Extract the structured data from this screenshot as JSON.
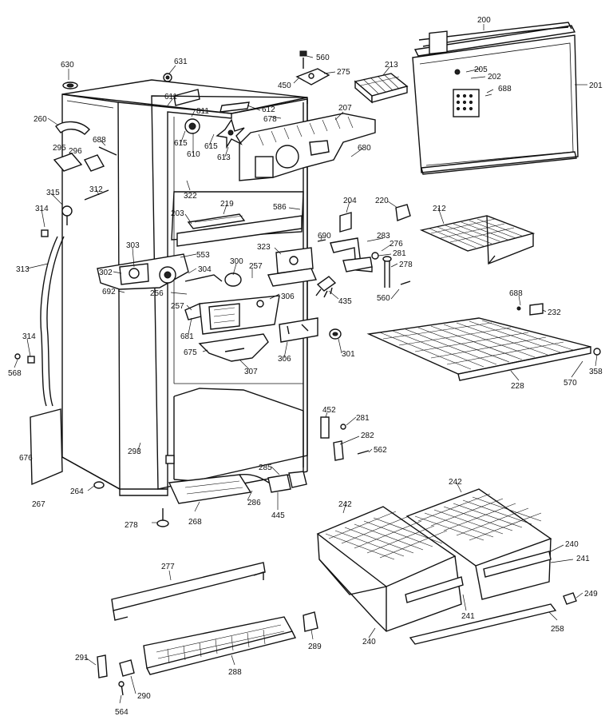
{
  "diagram": {
    "callouts": [
      {
        "id": "c200",
        "text": "200"
      },
      {
        "id": "c201",
        "text": "201"
      },
      {
        "id": "c202",
        "text": "202"
      },
      {
        "id": "c205",
        "text": "205"
      },
      {
        "id": "c688a",
        "text": "688"
      },
      {
        "id": "c560a",
        "text": "560"
      },
      {
        "id": "c450",
        "text": "450"
      },
      {
        "id": "c275",
        "text": "275"
      },
      {
        "id": "c213",
        "text": "213"
      },
      {
        "id": "c207",
        "text": "207"
      },
      {
        "id": "c630",
        "text": "630"
      },
      {
        "id": "c631",
        "text": "631"
      },
      {
        "id": "c611",
        "text": "611"
      },
      {
        "id": "c811",
        "text": "811"
      },
      {
        "id": "c612",
        "text": "612"
      },
      {
        "id": "c678",
        "text": "678"
      },
      {
        "id": "c260",
        "text": "260"
      },
      {
        "id": "c688b",
        "text": "688"
      },
      {
        "id": "c295",
        "text": "295"
      },
      {
        "id": "c296",
        "text": "296"
      },
      {
        "id": "c615a",
        "text": "615"
      },
      {
        "id": "c610",
        "text": "610"
      },
      {
        "id": "c615b",
        "text": "615"
      },
      {
        "id": "c613",
        "text": "613"
      },
      {
        "id": "c680",
        "text": "680"
      },
      {
        "id": "c322",
        "text": "322"
      },
      {
        "id": "c315",
        "text": "315"
      },
      {
        "id": "c312",
        "text": "312"
      },
      {
        "id": "c314a",
        "text": "314"
      },
      {
        "id": "c219",
        "text": "219"
      },
      {
        "id": "c586",
        "text": "586"
      },
      {
        "id": "c204",
        "text": "204"
      },
      {
        "id": "c220",
        "text": "220"
      },
      {
        "id": "c212",
        "text": "212"
      },
      {
        "id": "c203",
        "text": "203"
      },
      {
        "id": "c283",
        "text": "283"
      },
      {
        "id": "c690",
        "text": "690"
      },
      {
        "id": "c276",
        "text": "276"
      },
      {
        "id": "c281a",
        "text": "281"
      },
      {
        "id": "c278a",
        "text": "278"
      },
      {
        "id": "c313",
        "text": "313"
      },
      {
        "id": "c303",
        "text": "303"
      },
      {
        "id": "c323",
        "text": "323"
      },
      {
        "id": "c553",
        "text": "553"
      },
      {
        "id": "c300",
        "text": "300"
      },
      {
        "id": "c257a",
        "text": "257"
      },
      {
        "id": "c302",
        "text": "302"
      },
      {
        "id": "c304",
        "text": "304"
      },
      {
        "id": "c692",
        "text": "692"
      },
      {
        "id": "c256",
        "text": "256"
      },
      {
        "id": "c306a",
        "text": "306"
      },
      {
        "id": "c435",
        "text": "435"
      },
      {
        "id": "c560b",
        "text": "560"
      },
      {
        "id": "c688c",
        "text": "688"
      },
      {
        "id": "c232",
        "text": "232"
      },
      {
        "id": "c257b",
        "text": "257"
      },
      {
        "id": "c681",
        "text": "681"
      },
      {
        "id": "c314b",
        "text": "314"
      },
      {
        "id": "c675",
        "text": "675"
      },
      {
        "id": "c306b",
        "text": "306"
      },
      {
        "id": "c301",
        "text": "301"
      },
      {
        "id": "c307",
        "text": "307"
      },
      {
        "id": "c568",
        "text": "568"
      },
      {
        "id": "c228",
        "text": "228"
      },
      {
        "id": "c570",
        "text": "570"
      },
      {
        "id": "c358",
        "text": "358"
      },
      {
        "id": "c452",
        "text": "452"
      },
      {
        "id": "c281b",
        "text": "281"
      },
      {
        "id": "c282",
        "text": "282"
      },
      {
        "id": "c676",
        "text": "676"
      },
      {
        "id": "c293",
        "text": "293"
      },
      {
        "id": "c562",
        "text": "562"
      },
      {
        "id": "c285",
        "text": "285"
      },
      {
        "id": "c264",
        "text": "264"
      },
      {
        "id": "c267",
        "text": "267"
      },
      {
        "id": "c286",
        "text": "286"
      },
      {
        "id": "c445",
        "text": "445"
      },
      {
        "id": "c268",
        "text": "268"
      },
      {
        "id": "c242a",
        "text": "242"
      },
      {
        "id": "c242b",
        "text": "242"
      },
      {
        "id": "c278b",
        "text": "278"
      },
      {
        "id": "c240a",
        "text": "240"
      },
      {
        "id": "c241a",
        "text": "241"
      },
      {
        "id": "c277",
        "text": "277"
      },
      {
        "id": "c241b",
        "text": "241"
      },
      {
        "id": "c249",
        "text": "249"
      },
      {
        "id": "c240b",
        "text": "240"
      },
      {
        "id": "c258",
        "text": "258"
      },
      {
        "id": "c291",
        "text": "291"
      },
      {
        "id": "c289",
        "text": "289"
      },
      {
        "id": "c288",
        "text": "288"
      },
      {
        "id": "c290",
        "text": "290"
      },
      {
        "id": "c564",
        "text": "564"
      }
    ]
  }
}
